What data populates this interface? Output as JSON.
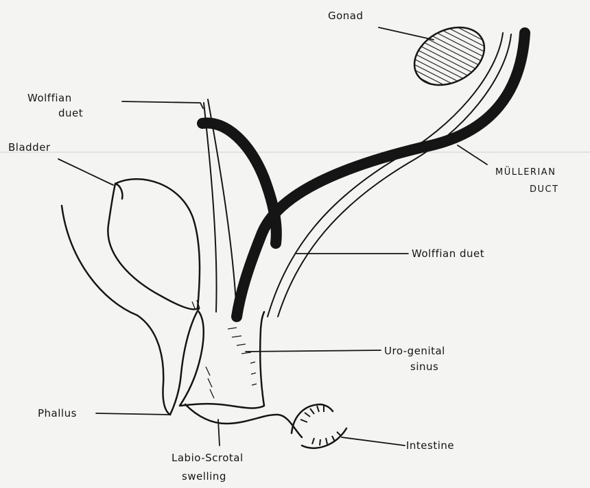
{
  "diagram": {
    "labels": {
      "gonad": "Gonad",
      "wolffian_top_line1": "Wolffian",
      "wolffian_top_line2": "duet",
      "bladder": "Bladder",
      "mullerian_line1": "MÜLLERIAN",
      "mullerian_line2": "DUCT",
      "wolffian_right": "Wolffian duet",
      "urogenital_line1": "Uro-genital",
      "urogenital_line2": "sinus",
      "phallus": "Phallus",
      "intestine": "Intestine",
      "labio_line1": "Labio-Scrotal",
      "labio_line2": "swelling"
    },
    "colors": {
      "ink": "#151515",
      "paper": "#f4f4f2"
    }
  }
}
